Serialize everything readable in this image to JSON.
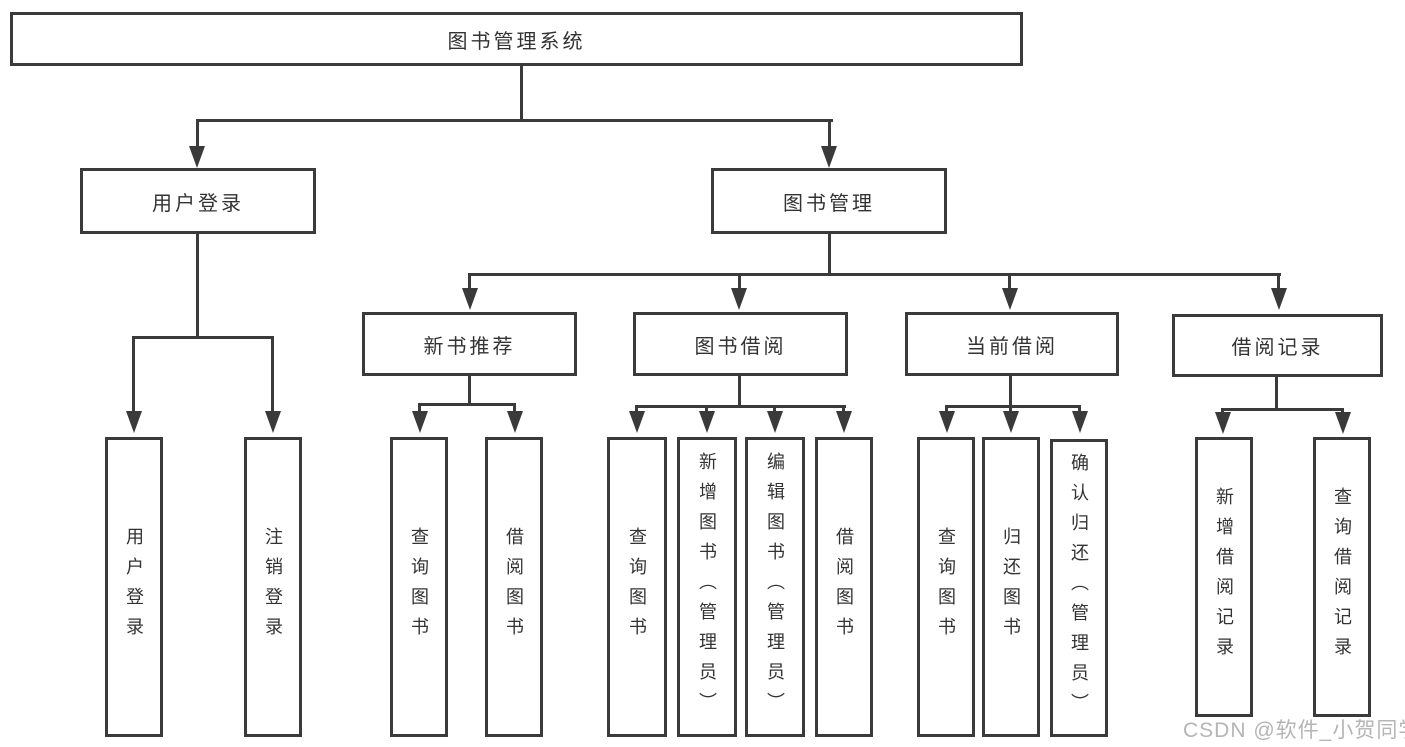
{
  "diagram": {
    "root": {
      "label": "图书管理系统"
    },
    "level2": [
      {
        "label": "用户登录"
      },
      {
        "label": "图书管理"
      }
    ],
    "level3": [
      {
        "label": "新书推荐"
      },
      {
        "label": "图书借阅"
      },
      {
        "label": "当前借阅"
      },
      {
        "label": "借阅记录"
      }
    ],
    "leaves": {
      "user_login_children": [
        {
          "label": "用户登录"
        },
        {
          "label": "注销登录"
        }
      ],
      "new_book_children": [
        {
          "label": "查询图书"
        },
        {
          "label": "借阅图书"
        }
      ],
      "book_borrow_children": [
        {
          "label": "查询图书"
        },
        {
          "label": "新增图书（管理员）"
        },
        {
          "label": "编辑图书（管理员）"
        },
        {
          "label": "借阅图书"
        }
      ],
      "current_borrow_children": [
        {
          "label": "查询图书"
        },
        {
          "label": "归还图书"
        },
        {
          "label": "确认归还（管理员）"
        }
      ],
      "borrow_record_children": [
        {
          "label": "新增借阅记录"
        },
        {
          "label": "查询借阅记录"
        }
      ]
    }
  },
  "watermark": {
    "text": "CSDN @软件_小贺同学"
  },
  "colors": {
    "line": "#3a3a3a",
    "text": "#333333",
    "watermark": "#b5b5b5",
    "background": "#ffffff"
  }
}
